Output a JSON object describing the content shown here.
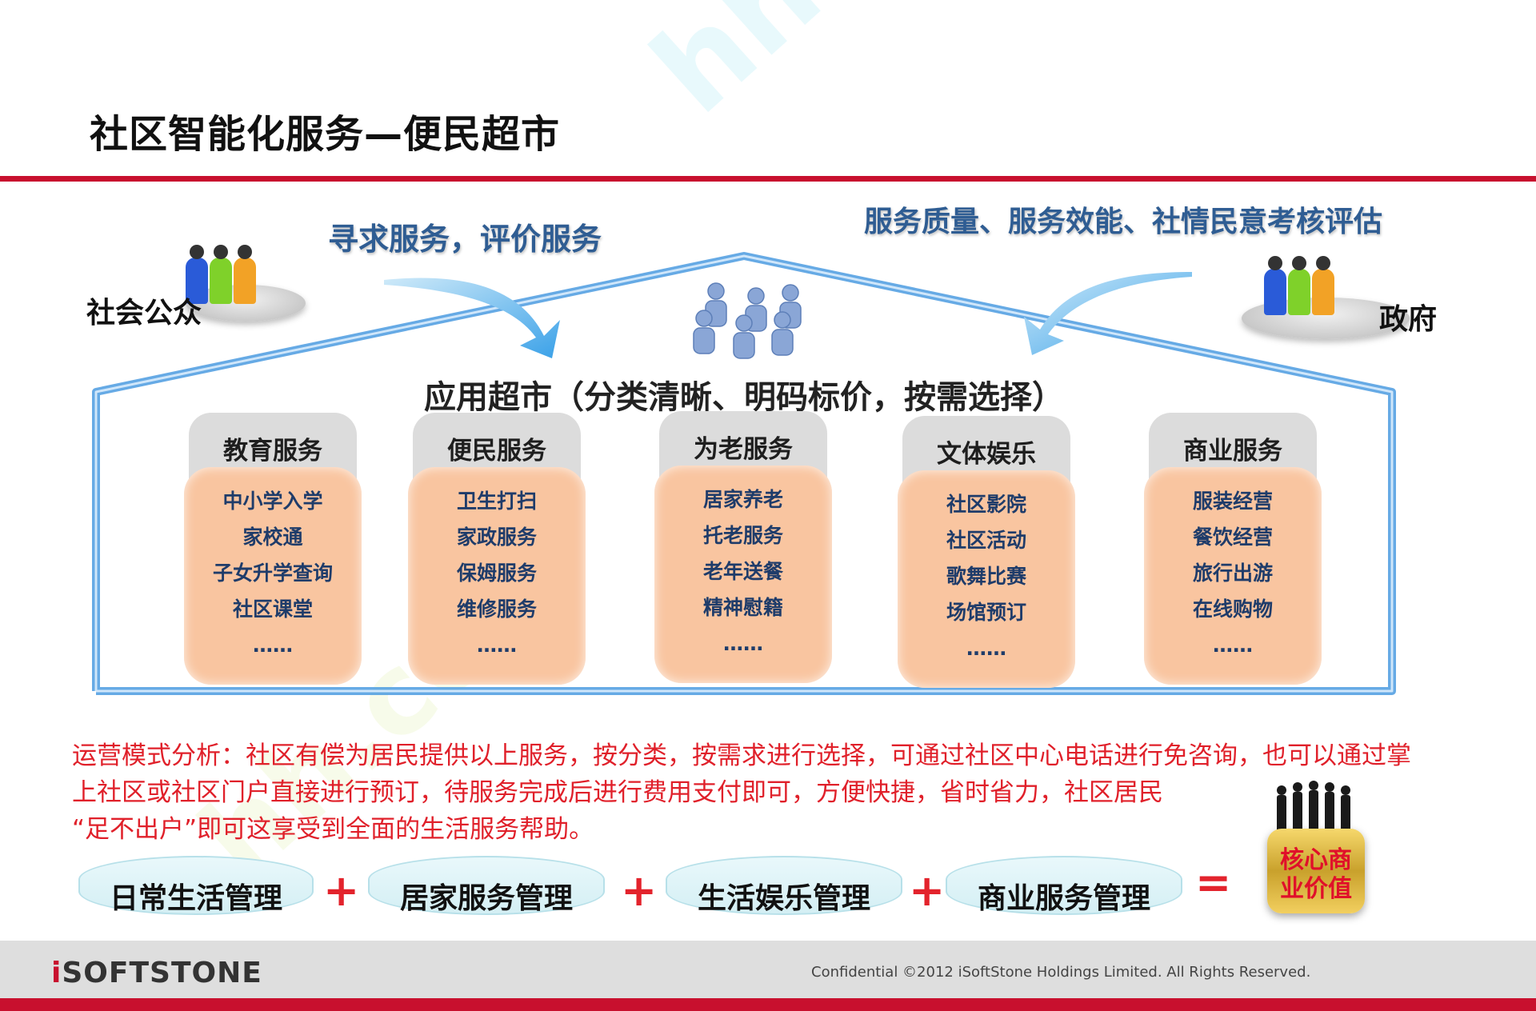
{
  "slide": {
    "title": "社区智能化服务—便民超市",
    "left_caption": "寻求服务，评价服务",
    "right_caption": "服务质量、服务效能、社情民意考核评估",
    "left_actor": "社会公众",
    "right_actor": "政府",
    "category_title": "应用超市（分类清晰、明码标价，按需选择）"
  },
  "columns": [
    {
      "title": "教育服务",
      "items": [
        "中小学入学",
        "家校通",
        "子女升学查询",
        "社区课堂",
        "……"
      ]
    },
    {
      "title": "便民服务",
      "items": [
        "卫生打扫",
        "家政服务",
        "保姆服务",
        "维修服务",
        "……"
      ]
    },
    {
      "title": "为老服务",
      "items": [
        "居家养老",
        "托老服务",
        "老年送餐",
        "精神慰籍",
        "……"
      ]
    },
    {
      "title": "文体娱乐",
      "items": [
        "社区影院",
        "社区活动",
        "歌舞比赛",
        "场馆预订",
        "……"
      ]
    },
    {
      "title": "商业服务",
      "items": [
        "服装经营",
        "餐饮经营",
        "旅行出游",
        "在线购物",
        "……"
      ]
    }
  ],
  "paragraph": {
    "line1": "运营模式分析：社区有偿为居民提供以上服务，按分类，按需求进行选择，可通过社区中心电话进行免咨询，也可以通过掌",
    "line2": "上社区或社区门户直接进行预订，待服务完成后进行费用支付即可，方便快捷，省时省力，社区居民",
    "line3": "“足不出户”即可这享受到全面的生活服务帮助。"
  },
  "formula": {
    "terms": [
      "日常生活管理",
      "居家服务管理",
      "生活娱乐管理",
      "商业服务管理"
    ],
    "plus": "+",
    "equals": "=",
    "result_line1": "核心商",
    "result_line2": "业价值"
  },
  "footer": {
    "logo_prefix": "i",
    "logo_rest": "SOFTSTONE",
    "copyright": "Confidential ©2012 iSoftStone Holdings Limited. All Rights Reserved."
  },
  "colors": {
    "accent_red": "#c8102e",
    "caption_blue": "#2f5d93",
    "body_red": "#e0202a",
    "column_fill": "#f9c5a0"
  }
}
